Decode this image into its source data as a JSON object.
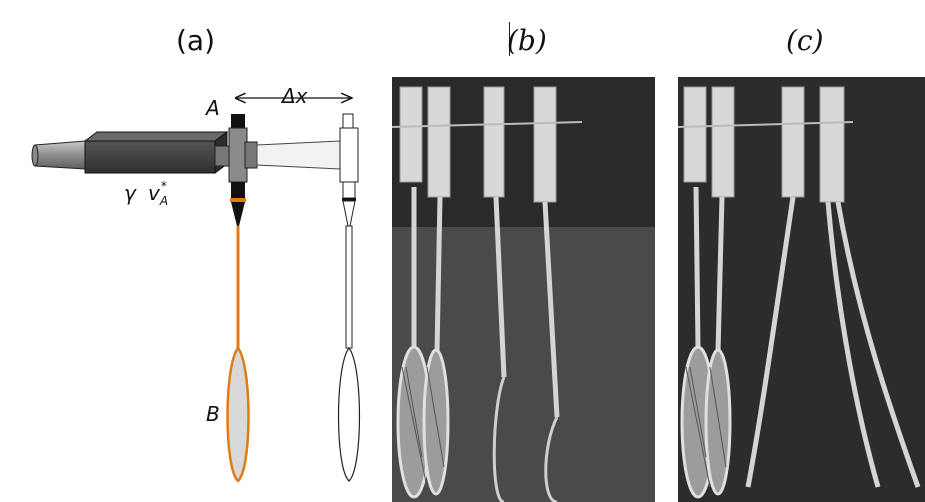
{
  "panels": {
    "a": {
      "label": "(a)"
    },
    "b": {
      "label": "(b)"
    },
    "c": {
      "label": "(c)"
    }
  },
  "diagram": {
    "point_a": "A",
    "point_b": "B",
    "delta_x": "Δx",
    "gamma": "γ",
    "velocity": "v",
    "velocity_sup": "*",
    "velocity_sub": "A"
  },
  "colors": {
    "racket_orange": "#e07b16",
    "actuator_dark": "#3d3d3d",
    "shaft_gray": "#9a9a9a",
    "head_fill": "#d9d9d9",
    "photo_background": "#3b3b3b"
  }
}
